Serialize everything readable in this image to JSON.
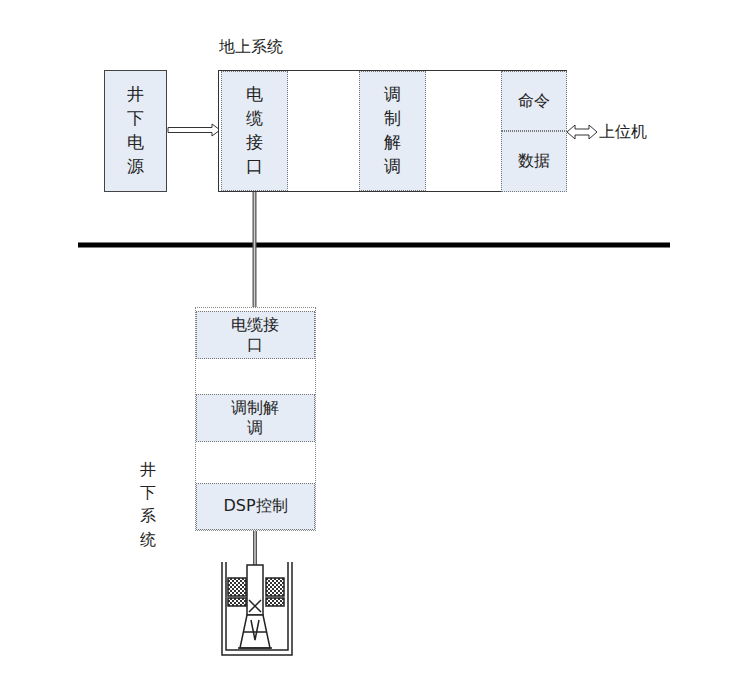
{
  "diagram": {
    "nodes": [
      {
        "text": [
          "地上系统"
        ]
      },
      {
        "text": [
          "井下电源"
        ]
      },
      {
        "text": [
          "电缆接口"
        ],
        "in": 0
      },
      {
        "text": [
          "调制解调"
        ],
        "in": 0
      },
      {
        "text": [
          "命令"
        ],
        "in": 0
      },
      {
        "text": [
          "数据"
        ],
        "in": 0
      },
      {
        "text": [
          "井下系统"
        ]
      },
      {
        "text": [
          "电缆接口"
        ],
        "in": 6
      },
      {
        "text": [
          "调制解调"
        ],
        "in": 6
      },
      {
        "text": [
          "DSP控制"
        ],
        "in": 6
      }
    ],
    "edges": [
      {
        "from": 1,
        "to": 2,
        "arrow": "to"
      },
      {
        "from": 2,
        "to": 3,
        "arrow": "both"
      },
      {
        "from": 4,
        "to": 3,
        "arrow": "to"
      },
      {
        "from": 3,
        "to": 5,
        "arrow": "to"
      },
      {
        "from": 2,
        "to": 7,
        "arrow": "none"
      },
      {
        "from": 7,
        "to": 8,
        "arrow": "both"
      },
      {
        "from": 8,
        "to": 9,
        "arrow": "both"
      }
    ],
    "labels": [
      "上位机"
    ]
  }
}
